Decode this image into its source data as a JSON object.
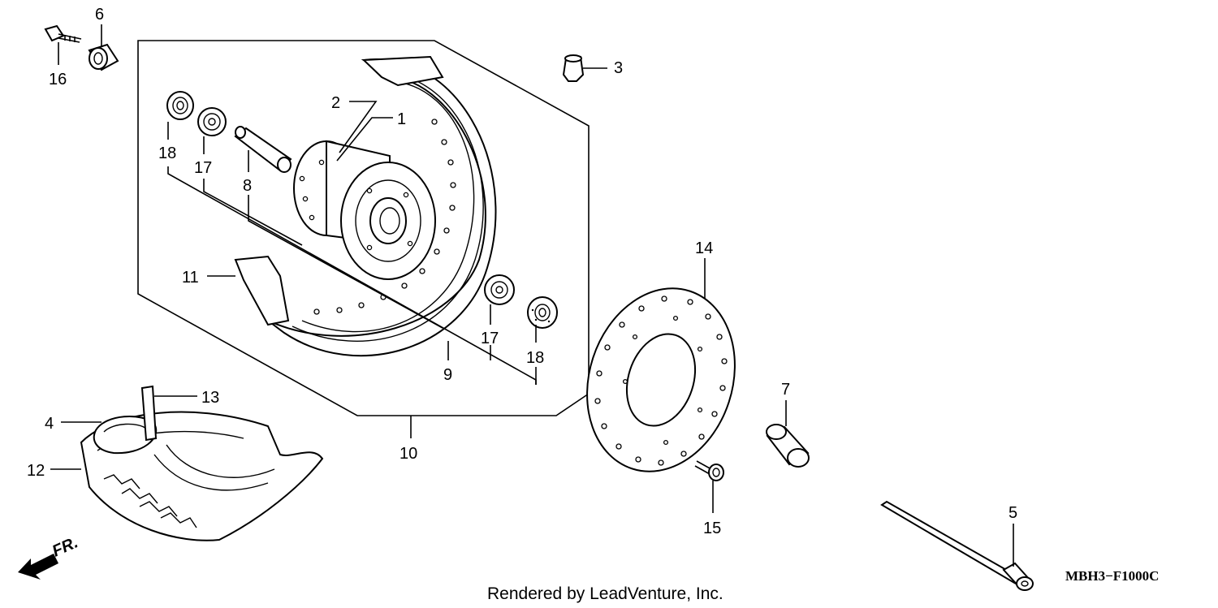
{
  "diagram": {
    "diagram_code": "MBH3−F1000C",
    "credit": "Rendered by LeadVenture, Inc.",
    "direction_label": "FR.",
    "callouts": {
      "c1": "1",
      "c2": "2",
      "c3": "3",
      "c4": "4",
      "c5": "5",
      "c6": "6",
      "c7": "7",
      "c8": "8",
      "c9": "9",
      "c10": "10",
      "c11": "11",
      "c12": "12",
      "c13": "13",
      "c14": "14",
      "c15": "15",
      "c16": "16",
      "c17a": "17",
      "c17b": "17",
      "c18a": "18",
      "c18b": "18"
    },
    "colors": {
      "ink": "#000000",
      "paper": "#ffffff"
    }
  }
}
